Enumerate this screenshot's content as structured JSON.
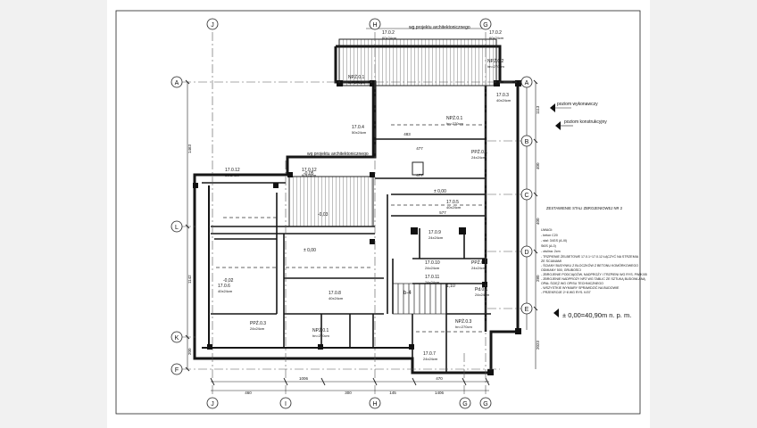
{
  "axes": {
    "top": [
      "J",
      "H",
      "G"
    ],
    "bottom": [
      "J",
      "I",
      "H",
      "G",
      "G"
    ],
    "left": [
      "A",
      "L",
      "K",
      "F"
    ],
    "right": [
      "A",
      "B",
      "C",
      "D",
      "E"
    ]
  },
  "rooms": [
    {
      "label": "17.0.2",
      "sub": "60x24cm"
    },
    {
      "label": "17.0.2",
      "sub": "60x24cm"
    },
    {
      "label": "17.0.3",
      "sub": "40x24cm"
    },
    {
      "label": "17.0.4",
      "sub": "50x24cm"
    },
    {
      "label": "17.0.5",
      "sub": "40x24cm"
    },
    {
      "label": "17.0.12",
      "sub": "60x24cm"
    },
    {
      "label": "17.0.12",
      "sub": "60x24cm"
    },
    {
      "label": "17.0.6",
      "sub": "40x24cm"
    },
    {
      "label": "17.0.8",
      "sub": "40x24cm"
    },
    {
      "label": "17.0.9",
      "sub": "24x24cm"
    },
    {
      "label": "17.0.10",
      "sub": "24x24cm"
    },
    {
      "label": "17.0.11",
      "sub": "24x24cm"
    },
    {
      "label": "17.0.7",
      "sub": "24x24cm"
    },
    {
      "label": "Pd.0.1",
      "sub": "24x24cm"
    },
    {
      "label": "NPŻ.0.1",
      "sub": "hn=270cm"
    },
    {
      "label": "NPŻ.0.1",
      "sub": "hn=270cm"
    },
    {
      "label": "NPŻ.0.1",
      "sub": "hn=270cm"
    },
    {
      "label": "NPŻ.0.2",
      "sub": "hn=270cm"
    },
    {
      "label": "NPŻ.0.3",
      "sub": "hn=270cm"
    },
    {
      "label": "PPŻ.0.1",
      "sub": "24x24cm"
    },
    {
      "label": "PPŻ.0.2",
      "sub": "24x24cm"
    },
    {
      "label": "PPŻ.0.3",
      "sub": "24x24cm"
    }
  ],
  "labels": {
    "wg_proj_top": "wg projektu architektonicznego",
    "wg_proj_mid": "wg projektu architektonicznego",
    "poziom_wyk": "poziom wykonawczy",
    "poziom_konstr": "poziom konstrukcyjny",
    "level_main": "± 0,00=40,90m n. p. m.",
    "level_small": "± 0,00",
    "level_m005": "-0,05",
    "level_m002": "-0,02",
    "level_m003": "-0,03",
    "level_p110": "1,10",
    "b4": "b-4",
    "notes_title": "ZESTAWIENIE STALI ZBROJENIOWEJ NR 2",
    "notes": [
      "UWAGI:",
      "- beton C20",
      "- stal: 34GS (A-III)",
      "          St0S (A-0)",
      "- otulina: 2cm",
      "- TRZPIENIE ŻELBETOWE 17.0.1÷17.0.12 ŁĄCZYĆ NA STRZEMIA",
      "  ZE ŚCIANAMI",
      "- ŚCIANY BUDYNKU Z BLOCZKÓW Z BETONU KOMÓRKOWEGO",
      "  ODMIANY 500, GRUBOŚCI",
      "- ZBROJENIE PODCIĄGÓW, NADPROŻY I TRZPIENI WG RYS. PW/K/05",
      "- ZBROJENIE NADPROŻY NPŻ WG TABLIC ZE SZTUKĄ BUDOWLANĄ",
      "  OPAŁ ŚCIĘŻ WG OPISU TECHNICZNEGO",
      "- WSZYSTKIE WYMIARY SPRAWDZIĆ NA BUDOWIE",
      "- PRZEKROJE 2÷8 WG RYS. K/07"
    ],
    "dims_bottom": [
      "460",
      "1006",
      "300",
      "145",
      "470",
      "1406"
    ],
    "dims_top": [
      "483",
      "477",
      "577",
      "477"
    ],
    "dims_left": [
      "1463",
      "1142",
      "200"
    ],
    "dims_right": [
      "1113",
      "400",
      "400",
      "280",
      "2023"
    ]
  },
  "colors": {
    "line": "#161616",
    "paper": "#ffffff",
    "side": "#f1f1f1"
  }
}
